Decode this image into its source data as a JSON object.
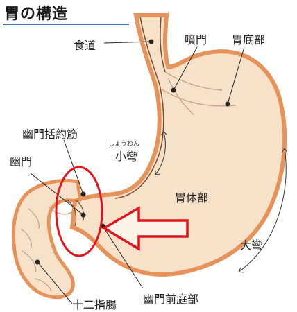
{
  "title": "胃の構造",
  "labels": {
    "esophagus": "食道",
    "cardia": "噴門",
    "fundus": "胃底部",
    "pyloric_sphincter": "幽門括約筋",
    "lesser_curvature_reading": "しょうわん",
    "lesser_curvature": "小彎",
    "pylorus": "幽門",
    "body": "胃体部",
    "greater_curvature": "大彎",
    "duodenum": "十二指腸",
    "pyloric_antrum": "幽門前庭部"
  },
  "colors": {
    "organ_fill": "#f7e2c9",
    "organ_outline": "#e6935b",
    "outline_dark": "#7a4a2e",
    "fold_lines": "#c9a383",
    "highlight": "#e3121b",
    "title_rule": "#3f6fa8"
  },
  "icons": {
    "arrow": "right-to-left hollow arrow",
    "curvature_arrows": "double-headed curved arrows"
  }
}
